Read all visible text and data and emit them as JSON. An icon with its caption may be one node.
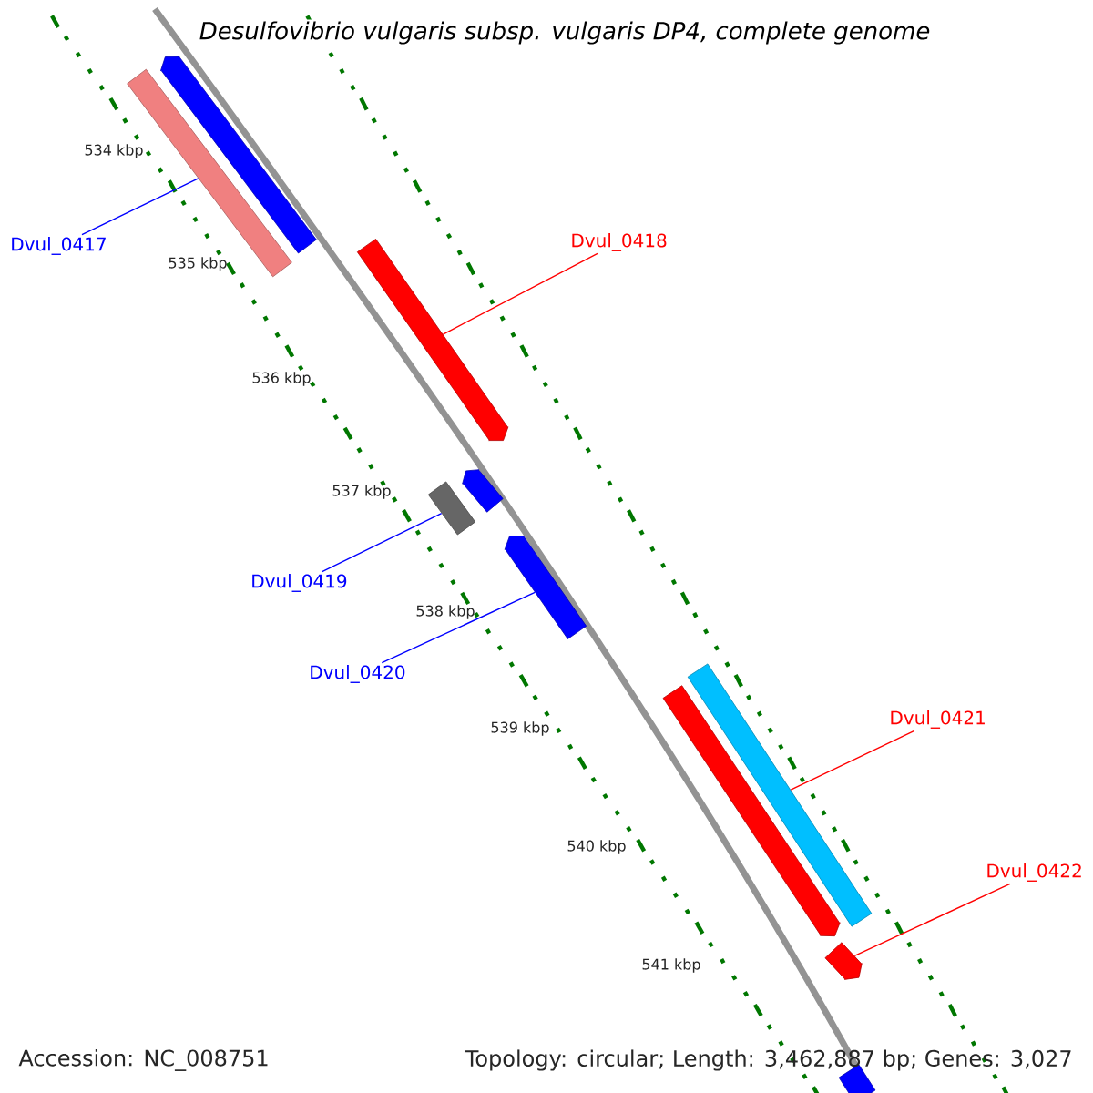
{
  "diagram": {
    "title": "Desulfovibrio vulgaris subsp. vulgaris DP4, complete genome",
    "nodes": [
      {
        "text": [],
        "shape": "bar"
      },
      {
        "text": [],
        "shape": "bar"
      },
      {
        "text": [
          "Dvul_0417"
        ]
      },
      {
        "text": [],
        "shape": "bar"
      },
      {
        "text": [
          "Dvul_0418"
        ]
      },
      {
        "text": [],
        "shape": "bar"
      },
      {
        "text": [],
        "shape": "bar"
      },
      {
        "text": [
          "Dvul_0419"
        ]
      },
      {
        "text": [],
        "shape": "bar"
      },
      {
        "text": [
          "Dvul_0420"
        ]
      },
      {
        "text": [],
        "shape": "bar"
      },
      {
        "text": [],
        "shape": "bar"
      },
      {
        "text": [
          "Dvul_0421"
        ]
      },
      {
        "text": [],
        "shape": "bar"
      },
      {
        "text": [
          "Dvul_0422"
        ]
      },
      {
        "text": [],
        "shape": "bar"
      }
    ],
    "edges": [
      {
        "from": 2,
        "to": 1,
        "arrow": "none",
        "color": "#0000ff"
      },
      {
        "from": 4,
        "to": 3,
        "arrow": "none",
        "color": "#ff0000"
      },
      {
        "from": 7,
        "to": 5,
        "arrow": "none",
        "color": "#0000ff"
      },
      {
        "from": 9,
        "to": 8,
        "arrow": "none",
        "color": "#0000ff"
      },
      {
        "from": 12,
        "to": 11,
        "arrow": "none",
        "color": "#ff0000"
      },
      {
        "from": 14,
        "to": 13,
        "arrow": "none",
        "color": "#ff0000"
      }
    ],
    "labels": [
      "534 kbp",
      "535 kbp",
      "536 kbp",
      "537 kbp",
      "538 kbp",
      "539 kbp",
      "540 kbp",
      "541 kbp",
      "Accession: NC_008751",
      "Topology: circular; Length: 3,462,887 bp; Genes: 3,027"
    ]
  }
}
